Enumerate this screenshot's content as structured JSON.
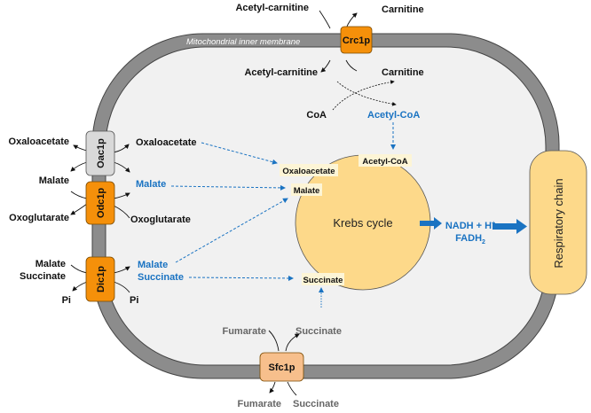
{
  "membrane": {
    "label": "Mitochondrial inner membrane"
  },
  "colors": {
    "membrane": "#8c8c8c",
    "matrix": "#f1f1f1",
    "transporter_orange": "#f5900a",
    "transporter_grey": "#d9d9d9",
    "transporter_peach": "#f7bf8c",
    "krebs": "#fdd98a",
    "flux_blue": "#1a73c2",
    "tag_bg": "#fdf5d6"
  },
  "transporters": {
    "crc1p": "Crc1p",
    "oac1p": "Oac1p",
    "odc1p": "Odc1p",
    "dic1p": "Dic1p",
    "sfc1p": "Sfc1p"
  },
  "crc1p": {
    "out_in": "Acetyl-carnitine",
    "out_out": "Carnitine",
    "in_in": "Acetyl-carnitine",
    "in_out": "Carnitine",
    "coa": "CoA",
    "acetyl_coa": "Acetyl-CoA"
  },
  "oac1p": {
    "out": "Oxaloacetate",
    "in": "Oxaloacetate",
    "out_malate": "Malate"
  },
  "odc1p": {
    "in_malate": "Malate",
    "out": "Oxoglutarate",
    "in": "Oxoglutarate"
  },
  "dic1p": {
    "out_malate": "Malate",
    "out_succinate": "Succinate",
    "in_malate": "Malate",
    "in_succinate": "Succinate",
    "out_pi": "Pi",
    "in_pi": "Pi"
  },
  "sfc1p": {
    "in_fumarate": "Fumarate",
    "in_succinate": "Succinate",
    "out_fumarate": "Fumarate",
    "out_succinate": "Succinate"
  },
  "krebs": {
    "label": "Krebs cycle",
    "entry_acetyl_coa": "Acetyl-CoA",
    "entry_oxaloacetate": "Oxaloacetate",
    "entry_malate": "Malate",
    "entry_succinate": "Succinate"
  },
  "products": {
    "line1": "NADH + H",
    "line1_sup": "+",
    "line2": "FADH",
    "line2_sub": "2"
  },
  "respiratory_chain": {
    "label": "Respiratory chain"
  }
}
